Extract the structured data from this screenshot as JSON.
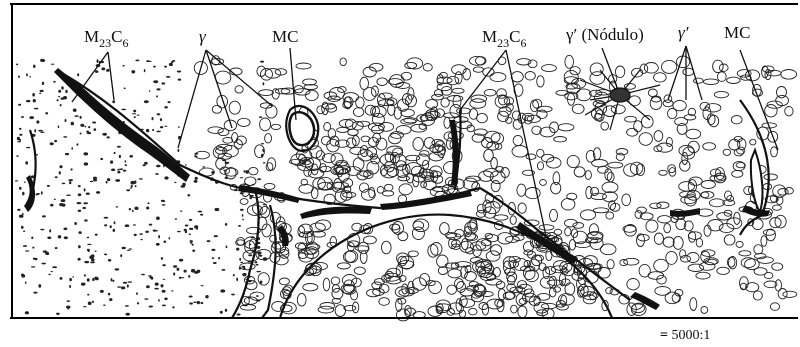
{
  "labels": {
    "m23c6_left": {
      "base": "M",
      "sub1": "23",
      "mid": "C",
      "sub2": "6"
    },
    "gamma_left": "γ",
    "mc_left": "MC",
    "m23c6_right": {
      "base": "M",
      "sub1": "23",
      "mid": "C",
      "sub2": "6"
    },
    "gamma_prime_nodule": "γ′ (Nódulo)",
    "gamma_prime": "γ′",
    "mc_right": "MC"
  },
  "scale_bar": "5000:1",
  "colors": {
    "ink": "#111111",
    "paper": "#ffffff",
    "frame": "#000000"
  }
}
